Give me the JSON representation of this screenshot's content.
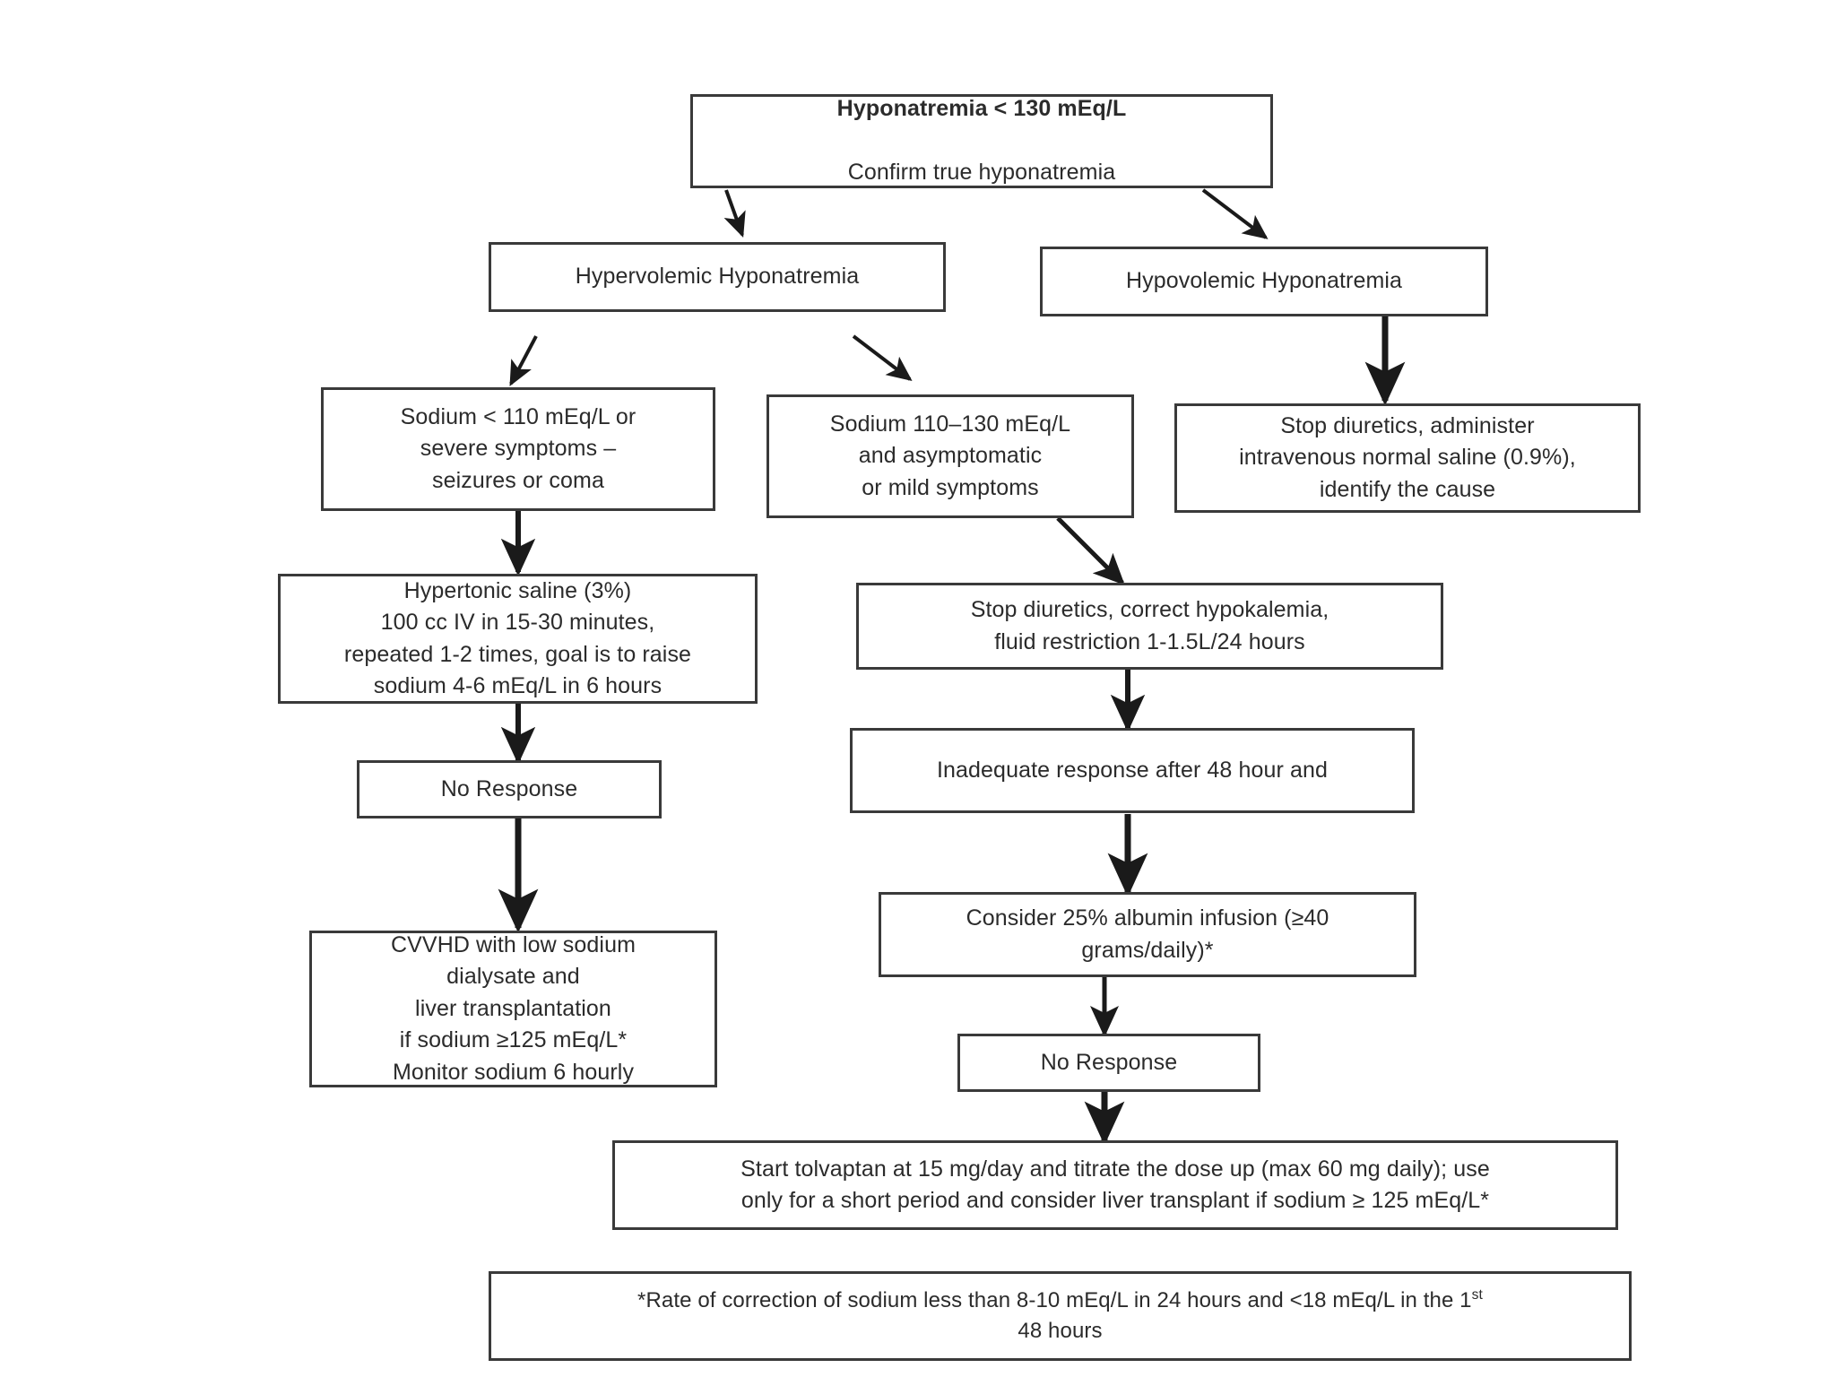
{
  "diagram": {
    "title_box": {
      "title": "Hyponatremia < 130 mEq/L",
      "subtitle": "Confirm true hyponatremia"
    },
    "nodes": {
      "hypervolemic": "Hypervolemic Hyponatremia",
      "hypovolemic": "Hypovolemic Hyponatremia",
      "severe_criteria": "Sodium < 110 mEq/L or\nsevere symptoms –\nseizures or coma",
      "mild_criteria": "Sodium 110–130 mEq/L\nand asymptomatic\nor mild symptoms",
      "stop_diuretics_saline": "Stop diuretics, administer\nintravenous normal saline (0.9%),\nidentify the cause",
      "hypertonic_saline": "Hypertonic saline (3%)\n100 cc IV in 15-30 minutes,\nrepeated 1-2 times, goal is to raise\nsodium 4-6        mEq/L in 6 hours",
      "stop_diuretics_hypokalemia": "Stop diuretics, correct hypokalemia,\nfluid restriction            1-1.5L/24 hours",
      "no_response_left": "No Response",
      "inadequate_response": "Inadequate response after 48 hour and",
      "albumin_infusion": "Consider 25% albumin infusion (≥40\ngrams/daily)*",
      "no_response_right": "No Response",
      "cvvhd": "CVVHD with low sodium\ndialysate and\nliver transplantation\nif sodium ≥125 mEq/L*\nMonitor sodium 6 hourly",
      "tolvaptan": "Start tolvaptan at 15 mg/day and titrate the dose up (max 60 mg daily); use\nonly for a short period and consider liver transplant if sodium ≥ 125 mEq/L*",
      "footnote_lead": "*Rate of correction of sodium less than 8-10 mEq/L in 24 hours and <18 mEq/L in the 1",
      "footnote_sup": "st",
      "footnote_tail": "\n48 hours"
    },
    "colors": {
      "border": "#3a3a3a",
      "text": "#2b2b2b",
      "background": "#ffffff",
      "arrow": "#1a1a1a"
    }
  }
}
